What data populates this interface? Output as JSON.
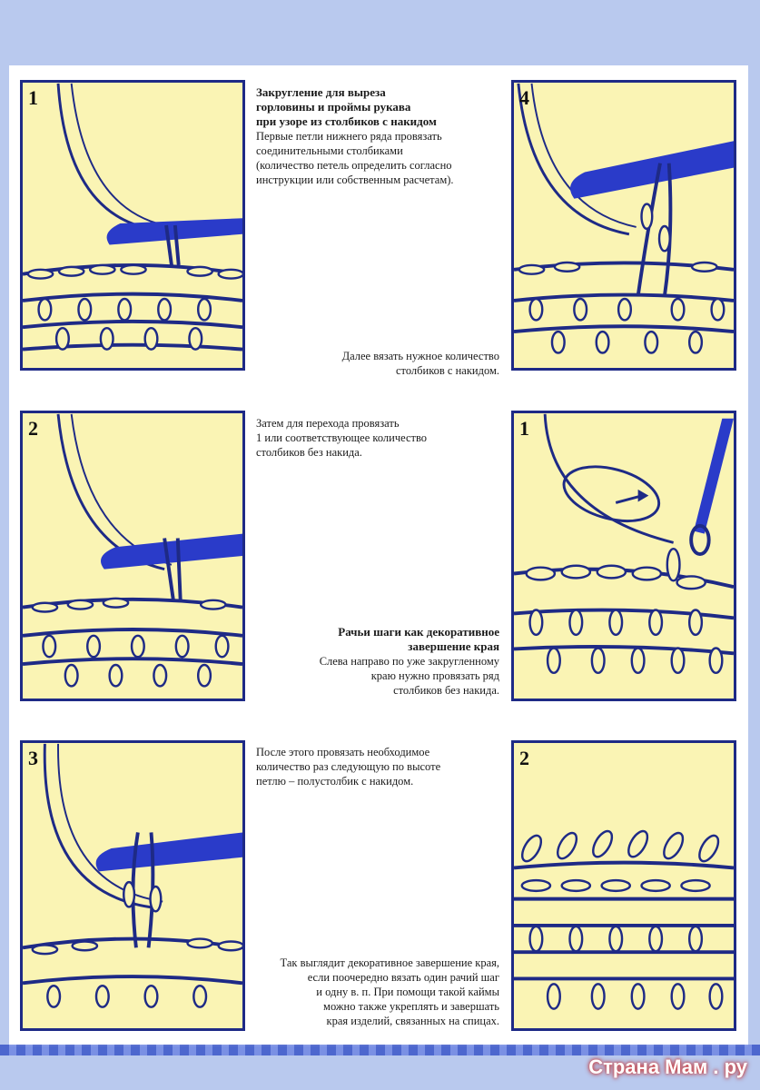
{
  "figures": [
    {
      "id": "fig-1-left",
      "number": "1"
    },
    {
      "id": "fig-2-left",
      "number": "2"
    },
    {
      "id": "fig-3-left",
      "number": "3"
    },
    {
      "id": "fig-4-right",
      "number": "4"
    },
    {
      "id": "fig-1-right",
      "number": "1"
    },
    {
      "id": "fig-2-right",
      "number": "2"
    }
  ],
  "text_blocks": {
    "block1": {
      "heading": [
        "Закругление для выреза",
        "горловины и проймы рукава",
        "при узоре из столбиков с накидом"
      ],
      "lines": [
        "Первые петли нижнего ряда провязать",
        "соединительными столбиками",
        "(количество петель определить согласно",
        "инструкции или собственным расчетам)."
      ]
    },
    "block2": {
      "lines": [
        "Далее вязать нужное количество",
        "столбиков с накидом."
      ]
    },
    "block3": {
      "lines": [
        "Затем для перехода провязать",
        "1 или соответствующее количество",
        "столбиков без накида."
      ]
    },
    "block4": {
      "heading": [
        "Рачьи шаги как декоративное",
        "завершение края"
      ],
      "lines": [
        "Слева направо по уже закругленному",
        "краю нужно провязать ряд",
        "столбиков без накида."
      ]
    },
    "block5": {
      "lines": [
        "После этого провязать необходимое",
        "количество раз следующую по высоте",
        "петлю – полустолбик с накидом."
      ]
    },
    "block6": {
      "lines": [
        "Так выглядит декоративное завершение края,",
        "если поочередно вязать один рачий шаг",
        "и одну в. п. При помощи такой каймы",
        "можно также укреплять и завершать",
        "края изделий, связанных на спицах."
      ]
    }
  },
  "watermark": "Страна Мам . ру",
  "colors": {
    "panel_bg": "#faf4b4",
    "outline": "#1e2a86",
    "hook": "#2a3bc9",
    "page_bg": "#b9c9ee"
  }
}
